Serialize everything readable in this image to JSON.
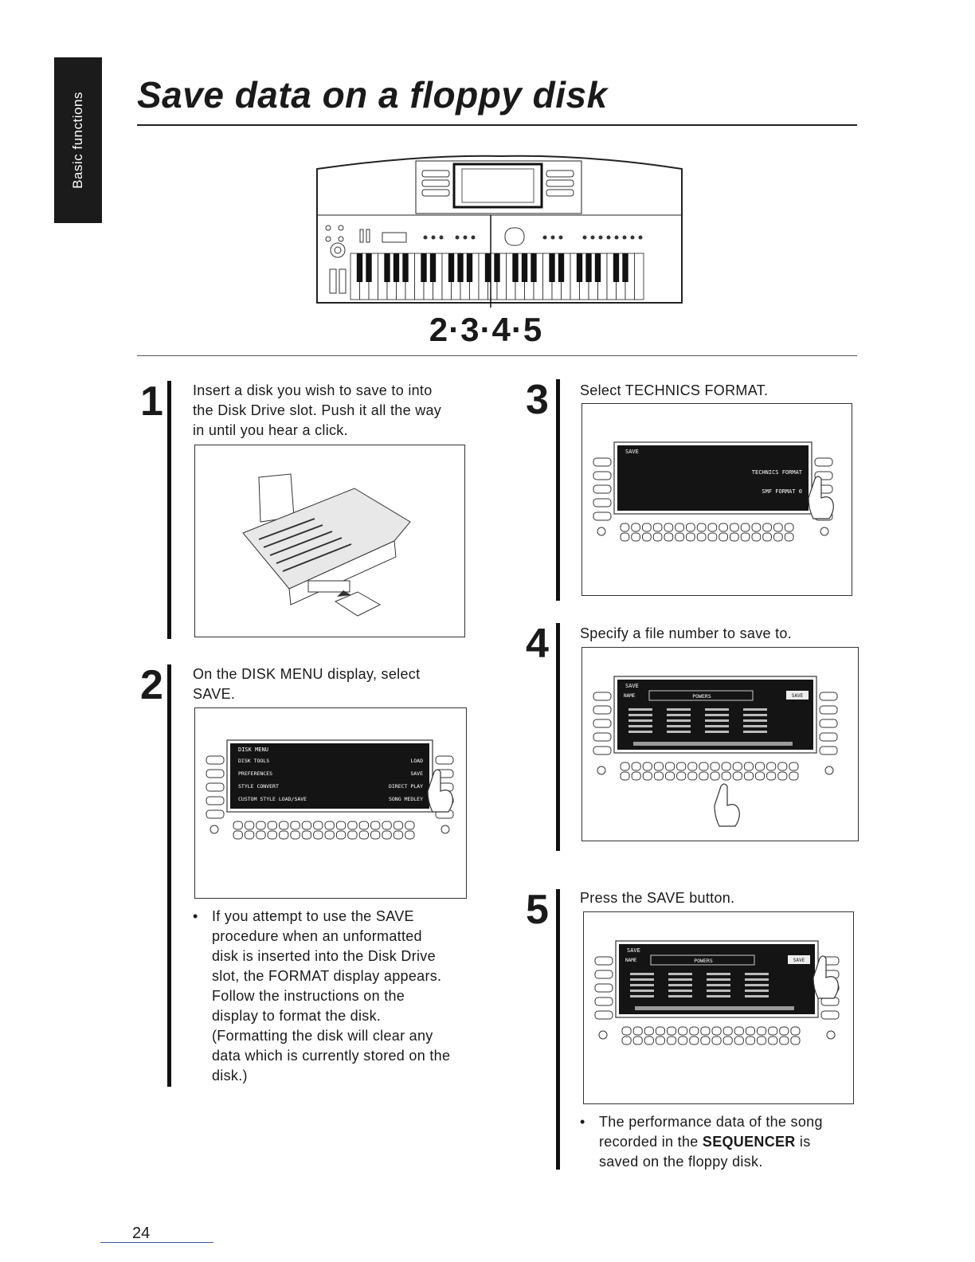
{
  "side_tab": "Basic functions",
  "title": "Save data on a floppy disk",
  "callout": "2·3·4·5",
  "page_number": "24",
  "steps": [
    {
      "number": "1",
      "lines": [
        "Insert a disk you wish to save to into",
        "the Disk Drive slot. Push it all the way",
        "in until you hear a click."
      ]
    },
    {
      "number": "2",
      "lines": [
        "On the DISK MENU display, select",
        "SAVE."
      ],
      "bullet": [
        "If you attempt to use the SAVE",
        "procedure when an unformatted",
        "disk is inserted into the Disk Drive",
        "slot, the FORMAT display appears.",
        "Follow the instructions on the",
        "display to format the disk.",
        "(Formatting the disk will clear any",
        "data which is currently stored on the",
        "disk.)"
      ]
    },
    {
      "number": "3",
      "lines": [
        "Select TECHNICS FORMAT."
      ]
    },
    {
      "number": "4",
      "lines": [
        "Specify a file number to save to."
      ]
    },
    {
      "number": "5",
      "lines": [
        "Press the SAVE button."
      ],
      "bullet": [
        "The performance data of the song",
        "recorded in the SEQUENCER is",
        "saved on the floppy disk."
      ],
      "bullet_bold": "SEQUENCER"
    }
  ],
  "displays": {
    "disk_menu": {
      "title": "DISK MENU",
      "left": [
        "DISK TOOLS",
        "PREFERENCES",
        "STYLE CONVERT",
        "CUSTOM STYLE LOAD/SAVE"
      ],
      "right": [
        "LOAD",
        "SAVE",
        "DIRECT PLAY",
        "SONG MEDLEY"
      ]
    },
    "format_select": {
      "title": "SAVE",
      "options": [
        "TECHNICS FORMAT",
        "SMF FORMAT 0"
      ]
    },
    "file_select": {
      "title": "SAVE",
      "name_label": "NAME",
      "file_name": "POWERS",
      "save_button": "SAVE"
    }
  },
  "bullet_symbol": "•"
}
